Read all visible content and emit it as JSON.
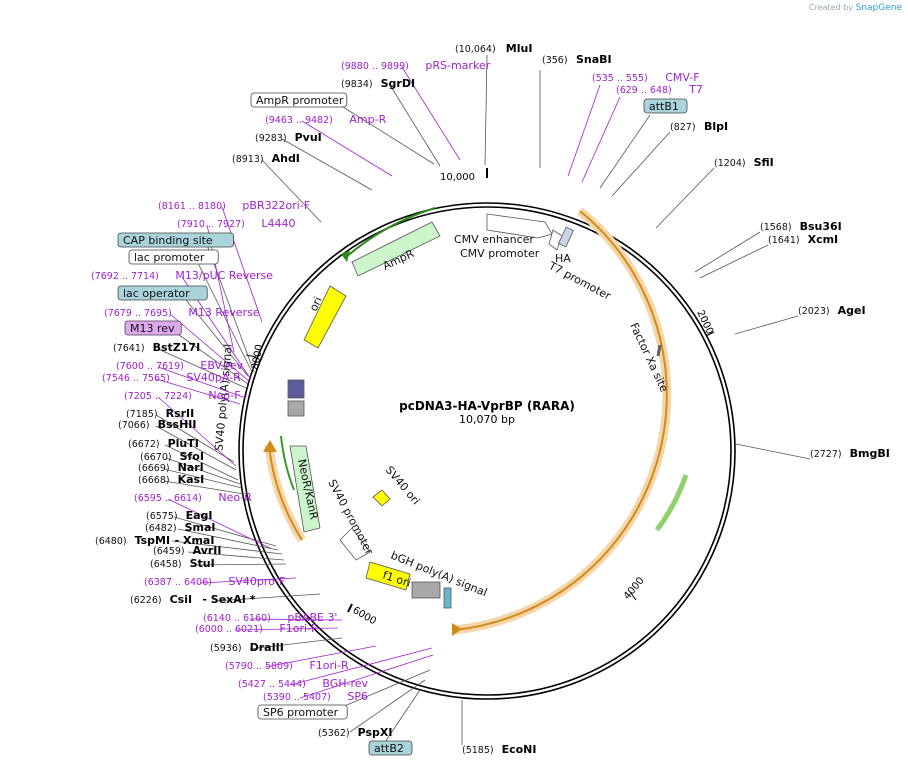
{
  "credit": {
    "prefix": "Created by",
    "brand": "SnapGene"
  },
  "plasmid": {
    "name": "pcDNA3-HA-VprBP (RARA)",
    "size": "10,070 bp"
  },
  "ticks": [
    "10,000",
    "2000",
    "4000",
    "6000",
    "8000"
  ],
  "features": [
    {
      "name": "AmpR",
      "color": "#ccf5cc"
    },
    {
      "name": "ori",
      "color": "#ffff00"
    },
    {
      "name": "CMV enhancer",
      "color": "#ffffff"
    },
    {
      "name": "CMV promoter",
      "color": "#ffffff"
    },
    {
      "name": "HA",
      "color": "#c9d4e8"
    },
    {
      "name": "T7 promoter",
      "color": "#ffffff"
    },
    {
      "name": "Factor Xa site",
      "color": "#808080"
    },
    {
      "name": "SV40 poly(A) signal",
      "color": "#b0b0b0"
    },
    {
      "name": "NeoR/KanR",
      "color": "#ccf5cc"
    },
    {
      "name": "SV40 promoter",
      "color": "#ffffff"
    },
    {
      "name": "SV40 ori",
      "color": "#ffff00"
    },
    {
      "name": "bGH poly(A) signal",
      "color": "#b0b0b0"
    },
    {
      "name": "f1 ori",
      "color": "#ffff00"
    }
  ],
  "labels": [
    {
      "pos": "(10,064)",
      "name": "MluI",
      "kind": "enzyme"
    },
    {
      "pos": "(356)",
      "name": "SnaBI",
      "kind": "enzyme"
    },
    {
      "pos": "(535 .. 555)",
      "name": "CMV-F",
      "kind": "primer"
    },
    {
      "pos": "(629 .. 648)",
      "name": "T7",
      "kind": "primer"
    },
    {
      "pos": "",
      "name": "attB1",
      "kind": "boxblue"
    },
    {
      "pos": "(827)",
      "name": "BlpI",
      "kind": "enzyme"
    },
    {
      "pos": "(1204)",
      "name": "SfiI",
      "kind": "enzyme"
    },
    {
      "pos": "(1568)",
      "name": "Bsu36I",
      "kind": "enzyme"
    },
    {
      "pos": "(1641)",
      "name": "XcmI",
      "kind": "enzyme"
    },
    {
      "pos": "(2023)",
      "name": "AgeI",
      "kind": "enzyme"
    },
    {
      "pos": "(2727)",
      "name": "BmgBI",
      "kind": "enzyme"
    },
    {
      "pos": "(5185)",
      "name": "EcoNI",
      "kind": "enzyme"
    },
    {
      "pos": "",
      "name": "attB2",
      "kind": "boxblue"
    },
    {
      "pos": "(5362)",
      "name": "PspXI",
      "kind": "enzyme"
    },
    {
      "pos": "",
      "name": "SP6 promoter",
      "kind": "boxwhite"
    },
    {
      "pos": "(5390 .. 5407)",
      "name": "SP6",
      "kind": "primer"
    },
    {
      "pos": "(5427 .. 5444)",
      "name": "BGH-rev",
      "kind": "primer"
    },
    {
      "pos": "(5790 .. 5809)",
      "name": "F1ori-R",
      "kind": "primer"
    },
    {
      "pos": "(5936)",
      "name": "DraIII",
      "kind": "enzyme"
    },
    {
      "pos": "(6000 .. 6021)",
      "name": "F1ori-F",
      "kind": "primer"
    },
    {
      "pos": "(6140 .. 6160)",
      "name": "pBABE 3'",
      "kind": "primer"
    },
    {
      "pos": "(6226)",
      "name": "CsiI",
      "kind": "enzyme",
      "extra": "- SexAI *"
    },
    {
      "pos": "(6387 .. 6406)",
      "name": "SV40pro-F",
      "kind": "primer"
    },
    {
      "pos": "(6458)",
      "name": "StuI",
      "kind": "enzyme"
    },
    {
      "pos": "(6459)",
      "name": "AvrII",
      "kind": "enzyme"
    },
    {
      "pos": "(6480)",
      "name": "TspMI",
      "kind": "enzyme",
      "extra": "- XmaI"
    },
    {
      "pos": "(6482)",
      "name": "SmaI",
      "kind": "enzyme"
    },
    {
      "pos": "(6575)",
      "name": "EagI",
      "kind": "enzyme"
    },
    {
      "pos": "(6595 .. 6614)",
      "name": "Neo-R",
      "kind": "primer"
    },
    {
      "pos": "(6668)",
      "name": "KasI",
      "kind": "enzyme"
    },
    {
      "pos": "(6669)",
      "name": "NarI",
      "kind": "enzyme"
    },
    {
      "pos": "(6670)",
      "name": "SfoI",
      "kind": "enzyme"
    },
    {
      "pos": "(6672)",
      "name": "PluTI",
      "kind": "enzyme"
    },
    {
      "pos": "(7066)",
      "name": "BssHII",
      "kind": "enzyme"
    },
    {
      "pos": "(7185)",
      "name": "RsrII",
      "kind": "enzyme"
    },
    {
      "pos": "(7205 .. 7224)",
      "name": "Neo-F",
      "kind": "primer"
    },
    {
      "pos": "(7546 .. 7565)",
      "name": "SV40pA-R",
      "kind": "primer"
    },
    {
      "pos": "(7600 .. 7619)",
      "name": "EBV-rev",
      "kind": "primer"
    },
    {
      "pos": "(7641)",
      "name": "BstZ17I",
      "kind": "enzyme"
    },
    {
      "pos": "",
      "name": "M13 rev",
      "kind": "boxpurple"
    },
    {
      "pos": "(7679 .. 7695)",
      "name": "M13 Reverse",
      "kind": "primer"
    },
    {
      "pos": "",
      "name": "lac operator",
      "kind": "boxblue"
    },
    {
      "pos": "(7692 .. 7714)",
      "name": "M13/pUC Reverse",
      "kind": "primer"
    },
    {
      "pos": "",
      "name": "lac promoter",
      "kind": "boxwhite"
    },
    {
      "pos": "",
      "name": "CAP binding site",
      "kind": "boxblue"
    },
    {
      "pos": "(7910 .. 7927)",
      "name": "L4440",
      "kind": "primer"
    },
    {
      "pos": "(8161 .. 8180)",
      "name": "pBR322ori-F",
      "kind": "primer"
    },
    {
      "pos": "(8913)",
      "name": "AhdI",
      "kind": "enzyme"
    },
    {
      "pos": "(9283)",
      "name": "PvuI",
      "kind": "enzyme"
    },
    {
      "pos": "(9463 .. 9482)",
      "name": "Amp-R",
      "kind": "primer"
    },
    {
      "pos": "",
      "name": "AmpR promoter",
      "kind": "boxwhite"
    },
    {
      "pos": "(9834)",
      "name": "SgrDI",
      "kind": "enzyme"
    },
    {
      "pos": "(9880 .. 9899)",
      "name": "pRS-marker",
      "kind": "primer"
    }
  ]
}
